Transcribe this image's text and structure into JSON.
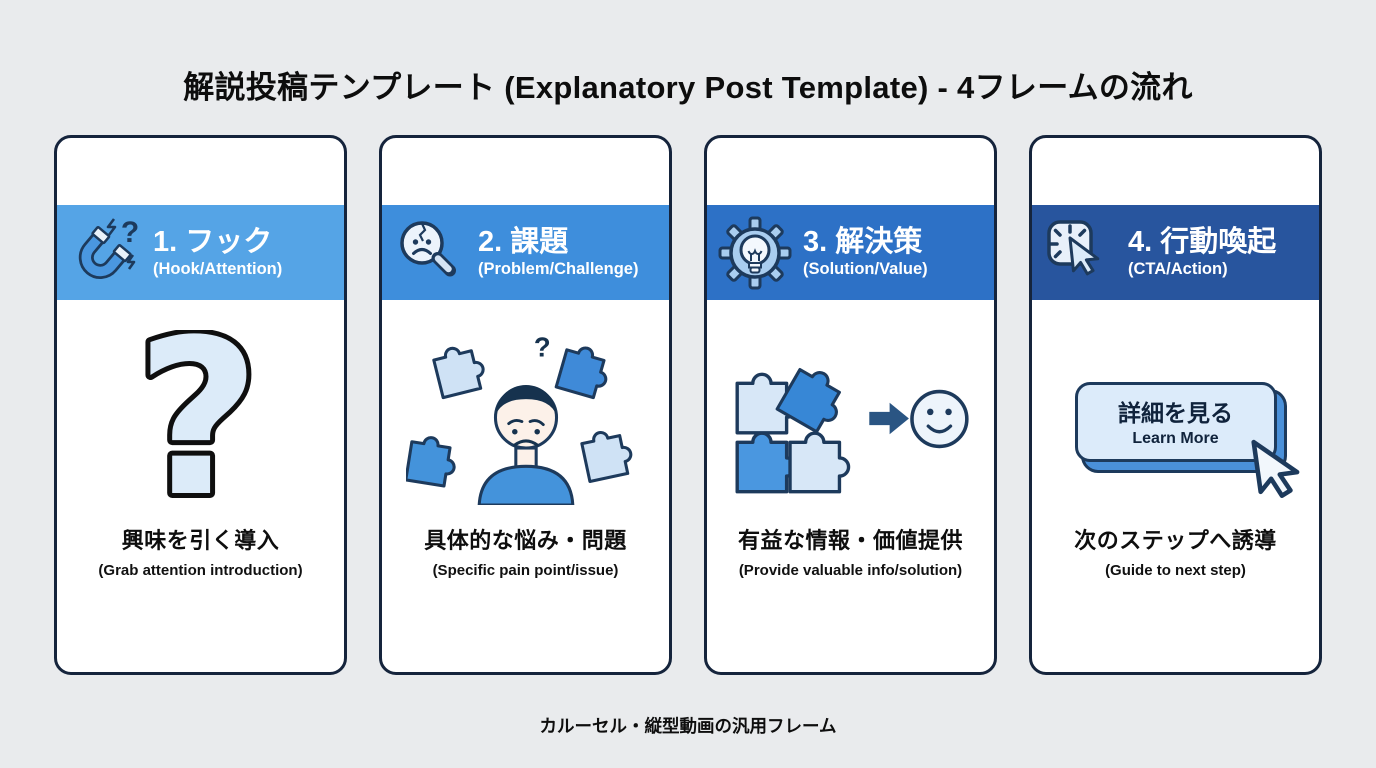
{
  "page": {
    "title": "解説投稿テンプレート (Explanatory Post Template) - 4フレームの流れ",
    "footer": "カルーセル・縦型動画の汎用フレーム"
  },
  "colors": {
    "background": "#e9ebed",
    "card_border": "#15243c",
    "icon_outline": "#1d3a5c",
    "light_blue": "#d7e7f7",
    "mid_blue": "#4493db",
    "arrow_navy": "#2a5583"
  },
  "frames": [
    {
      "title": "1. フック",
      "subtitle": "(Hook/Attention)",
      "header_color": "#55a4e6",
      "icon": "magnet-question-icon",
      "icon_mark": "?",
      "illustration": "question-mark-illustration",
      "illustration_text": "?",
      "caption_jp": "興味を引く導入",
      "caption_en": "(Grab attention introduction)"
    },
    {
      "title": "2. 課題",
      "subtitle": "(Problem/Challenge)",
      "header_color": "#3e8edc",
      "icon": "magnifier-sad-face-icon",
      "illustration": "worried-person-puzzles-illustration",
      "illustration_mark": "?",
      "caption_jp": "具体的な悩み・問題",
      "caption_en": "(Specific pain point/issue)"
    },
    {
      "title": "3. 解決策",
      "subtitle": "(Solution/Value)",
      "header_color": "#2d71c6",
      "icon": "gear-lightbulb-icon",
      "illustration": "puzzle-assembly-smiley-illustration",
      "caption_jp": "有益な情報・価値提供",
      "caption_en": "(Provide valuable info/solution)"
    },
    {
      "title": "4. 行動喚起",
      "subtitle": "(CTA/Action)",
      "header_color": "#28559e",
      "icon": "click-cursor-icon",
      "illustration": "cta-button-illustration",
      "cta": {
        "label_jp": "詳細を見る",
        "label_en": "Learn More"
      },
      "caption_jp": "次のステップへ誘導",
      "caption_en": "(Guide to next step)"
    }
  ]
}
